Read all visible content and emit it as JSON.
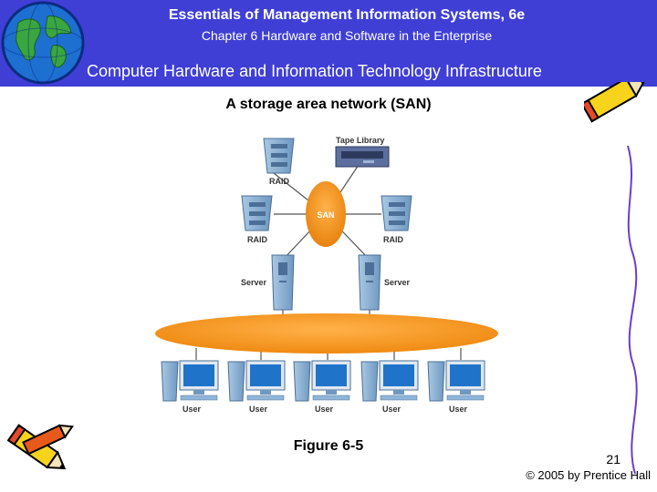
{
  "header": {
    "title": "Essentials of Management Information Systems, 6e",
    "subtitle": "Chapter 6 Hardware and Software in the Enterprise"
  },
  "topic": {
    "title": "Computer Hardware and Information Technology Infrastructure"
  },
  "diagram": {
    "title": "A storage area network (SAN)",
    "hub_label": "SAN",
    "labels": {
      "tape_library": "Tape Library",
      "raid_top": "RAID",
      "raid_left": "RAID",
      "raid_right": "RAID",
      "server_left": "Server",
      "server_right": "Server"
    },
    "users": [
      "User",
      "User",
      "User",
      "User",
      "User"
    ]
  },
  "figure_label": "Figure 6-5",
  "footer": {
    "page_number": "21",
    "copyright": "© 2005 by Prentice Hall"
  },
  "colors": {
    "header_bg": "#3f3fd6",
    "san_orange": "#f29a1f",
    "device_blue": "#8fb6d8"
  },
  "icons": [
    "globe-icon",
    "pencil-icon"
  ]
}
